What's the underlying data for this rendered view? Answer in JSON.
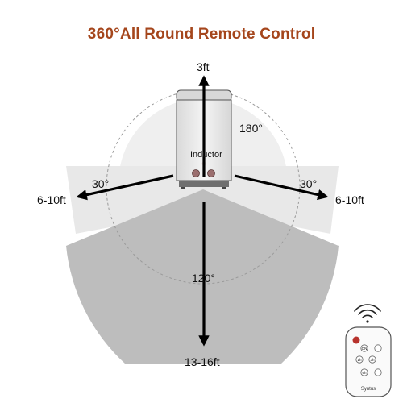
{
  "title": "360°All Round Remote Control",
  "title_color": "#a5461c",
  "labels": {
    "range_top": "3ft",
    "angle_top": "180°",
    "sensor": "Inductor",
    "angle_left": "30°",
    "range_left": "6-10ft",
    "angle_right": "30°",
    "range_right": "6-10ft",
    "angle_bottom": "120°",
    "range_bottom": "13-16ft"
  },
  "remote": {
    "brand": "Syntus",
    "buttons": [
      "ON",
      "1h",
      "3h",
      "6h"
    ],
    "signal_icon": "wifi-signal-icon"
  },
  "colors": {
    "zone_inner": "#efefef",
    "zone_side": "#e6e6e6",
    "zone_bottom": "#bcbcbc",
    "arrow": "#000000"
  }
}
